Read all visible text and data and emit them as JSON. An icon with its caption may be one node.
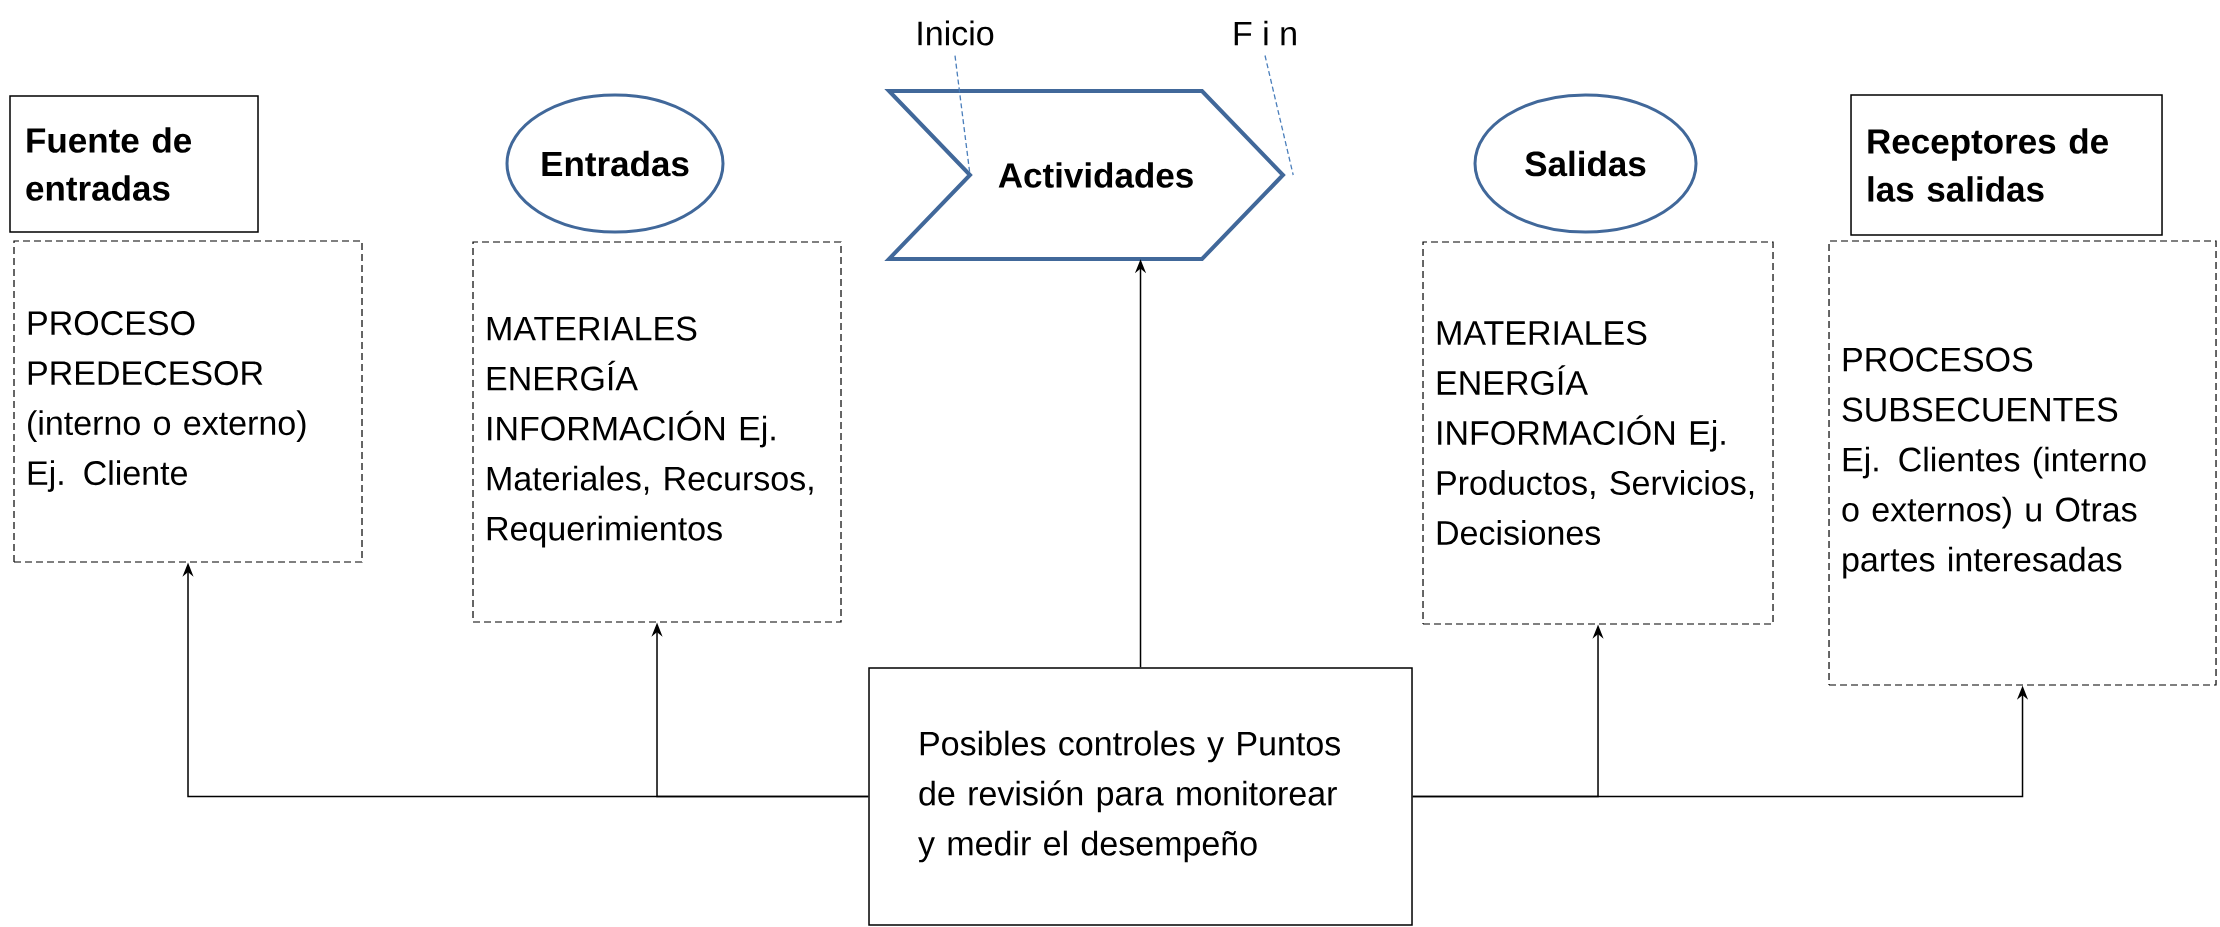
{
  "diagram": {
    "nodes": [
      {
        "text": [
          "Fuente de entradas"
        ]
      },
      {
        "text": [
          "PROCESO PREDECESOR (interno o externo) Ej. Cliente"
        ]
      },
      {
        "text": [
          "Entradas"
        ]
      },
      {
        "text": [
          "MATERIALES ENERGÍA INFORMACIÓN Ej. Materiales, Recursos, Requerimientos"
        ]
      },
      {
        "text": [
          "Actividades"
        ]
      },
      {
        "text": [
          "Inicio"
        ]
      },
      {
        "text": [
          "F i n"
        ]
      },
      {
        "text": [
          "Salidas"
        ]
      },
      {
        "text": [
          "MATERIALES ENERGÍA INFORMACIÓN Ej. Productos, Servicios, Decisiones"
        ]
      },
      {
        "text": [
          "Receptores de las salidas"
        ]
      },
      {
        "text": [
          "PROCESOS SUBSECUENTES Ej. Clientes (interno o externos) u Otras partes interesadas"
        ]
      },
      {
        "text": [
          "Posibles controles y Puntos de revisión para monitorear y medir el desempeño"
        ]
      }
    ],
    "edges": [
      {
        "from": 11,
        "to": 1,
        "arrow": "to"
      },
      {
        "from": 11,
        "to": 3,
        "arrow": "to"
      },
      {
        "from": 11,
        "to": 4,
        "arrow": "to"
      },
      {
        "from": 11,
        "to": 8,
        "arrow": "to"
      },
      {
        "from": 11,
        "to": 10,
        "arrow": "to"
      },
      {
        "from": 5,
        "to": 4,
        "arrow": "none",
        "style": "dashed",
        "color": "#4a7ebb"
      },
      {
        "from": 6,
        "to": 4,
        "arrow": "none",
        "style": "dashed",
        "color": "#4a7ebb"
      }
    ]
  }
}
